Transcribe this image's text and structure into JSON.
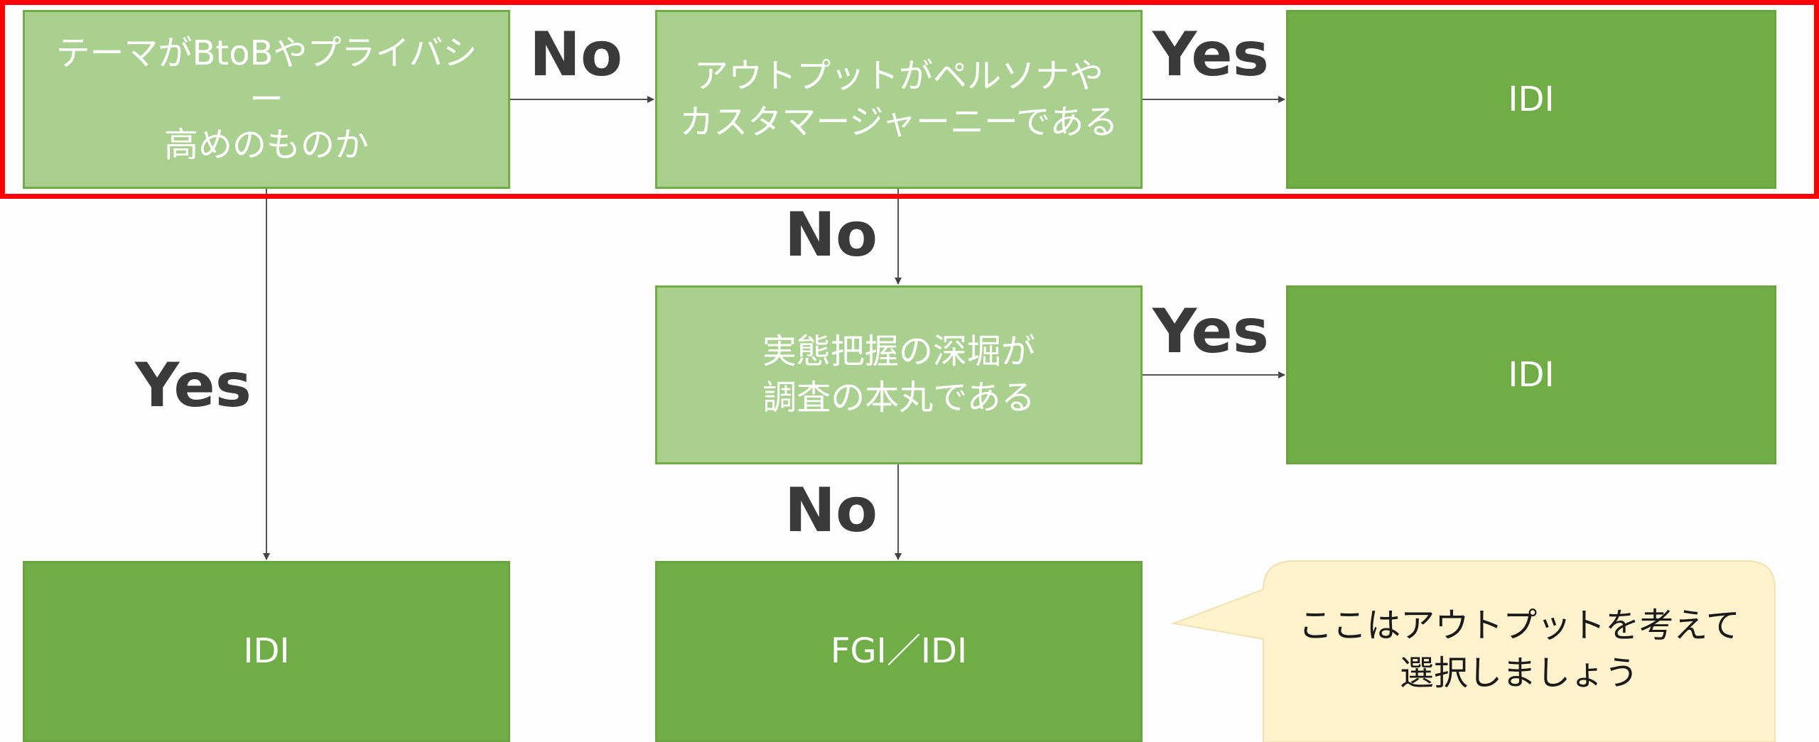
{
  "nodes": {
    "q_btob": "テーマがBtoBやプライバシー\n高めのものか",
    "q_output": "アウトプットがペルソナや\nカスタマージャーニーである",
    "q_depth": "実態把握の深堀が\n調査の本丸である",
    "a_top_right": "IDI",
    "a_mid_right": "IDI",
    "a_bottom_left": "IDI",
    "a_bottom_mid": "FGI／IDI"
  },
  "edge_labels": {
    "no_1": "No",
    "yes_1": "Yes",
    "no_2": "No",
    "yes_2": "Yes",
    "yes_left": "Yes",
    "no_3": "No"
  },
  "callout": {
    "text": "ここはアウトプットを考えて\n選択しましょう"
  },
  "colors": {
    "question_fill": "#a9d08e",
    "answer_fill": "#70ad47",
    "highlight_border": "#ff0000",
    "callout_fill": "#fff2cc",
    "label_text": "#3a3a3a"
  }
}
